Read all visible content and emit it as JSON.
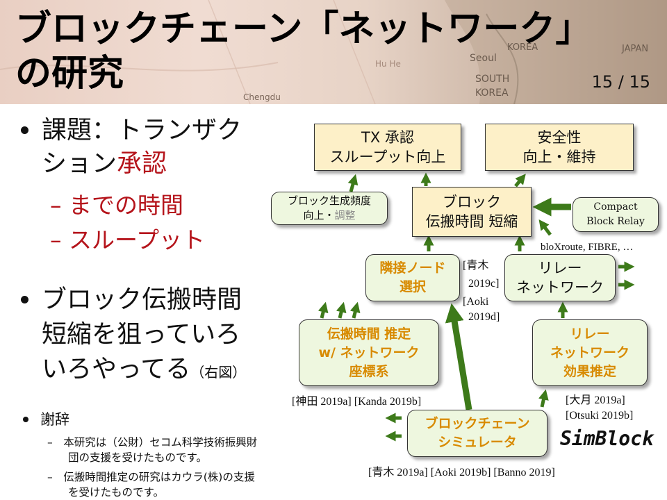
{
  "header": {
    "title_line1": "ブロックチェーン「ネットワーク」",
    "title_line2": "の研究",
    "page_number": "15 / 15",
    "map_labels": [
      "Seoul",
      "KOREA",
      "SOUTH",
      "KOREA",
      "JAPAN",
      "Chengdu",
      "Hu He"
    ]
  },
  "bullets": {
    "topic_prefix": "課題：トランザク",
    "topic_line2_prefix": "ション",
    "topic_line2_red": "承認",
    "sub1": "– までの時間",
    "sub2": "– スループット",
    "b2_line1": "ブロック伝搬時間",
    "b2_line2": "短縮を狙っていろ",
    "b2_line3": "いろやってる",
    "b2_note": "（右図）",
    "ack_title": "謝辞",
    "ack1_line1": "–　本研究は（公財）セコム科学技術振興財",
    "ack1_line2": "団の支援を受けたものです。",
    "ack2_line1": "–　伝搬時間推定の研究はカウラ(株)の支援",
    "ack2_line2": "を受けたものです。"
  },
  "diagram": {
    "tx_line1": "TX 承認",
    "tx_line2": "スループット向上",
    "safety_line1": "安全性",
    "safety_line2": "向上・維持",
    "freq_line1": "ブロック生成頻度",
    "freq_line2_a": "向上・",
    "freq_line2_b": "調整",
    "prop_line1": "ブロック",
    "prop_line2": "伝搬時間 短縮",
    "compact_line1": "Compact",
    "compact_line2": "Block Relay",
    "relay_ext": "bloXroute, FIBRE, …",
    "neighbor_line1": "隣接ノード",
    "neighbor_line2": "選択",
    "neighbor_ref": [
      "[青木",
      "2019c]",
      "[Aoki",
      "2019d]"
    ],
    "relaynet_line1": "リレー",
    "relaynet_line2": "ネットワーク",
    "estimate_line1": "伝搬時間 推定",
    "estimate_line2": "w/ ネットワーク",
    "estimate_line3": "座標系",
    "estimate_ref": "[神田 2019a] [Kanda 2019b]",
    "effect_line1": "リレー",
    "effect_line2": "ネットワーク",
    "effect_line3": "効果推定",
    "effect_ref_line1": "[大月 2019a]",
    "effect_ref_line2": "[Otsuki 2019b]",
    "sim_line1": "ブロックチェーン",
    "sim_line2": "シミュレータ",
    "sim_ref": "[青木 2019a] [Aoki 2019b] [Banno 2019]",
    "logo": "SimBlock",
    "arrow_color": "#3d7a1a"
  }
}
